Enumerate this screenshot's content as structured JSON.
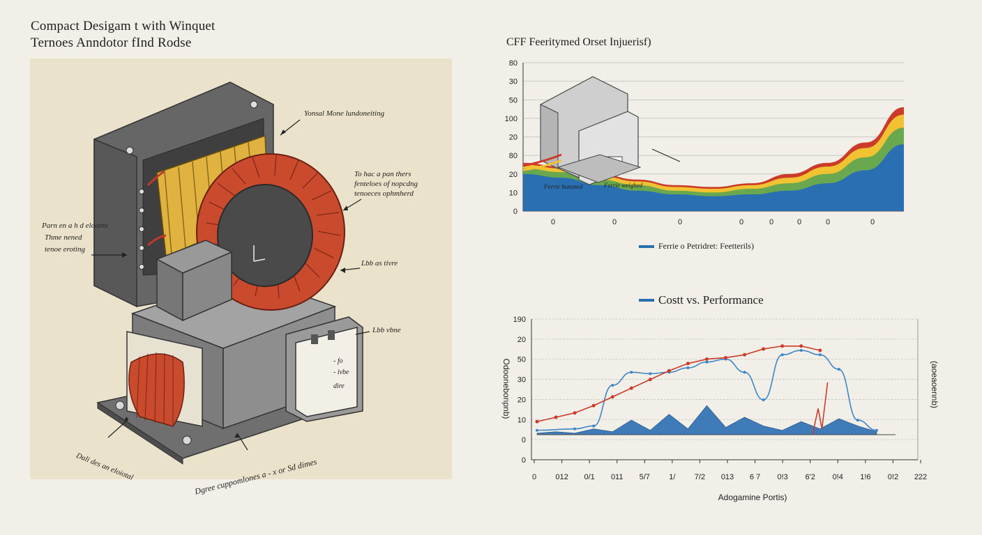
{
  "title": {
    "line1": "Compact Desigam t with Winquet",
    "line2": "Ternoes Anndotor fInd Rodse"
  },
  "illustration": {
    "callouts": {
      "top": "Yonsal Mone lundoneiting",
      "right": [
        "To hac a pan thers",
        "fenteloes of nopcdng",
        "tenoeces ophmherd"
      ],
      "left": [
        "Parn en a h d eloores",
        "Thme nened",
        "tenoe eroting"
      ],
      "mid_right": "Lbb as tivre",
      "lower_right": "Lbb vbne",
      "bottom_left": "Dali des an eloiotal",
      "bottom": "Dgree cuppomlones a - x or Sd dimes",
      "box_text": [
        "- fo",
        "- ivbe",
        "dire"
      ]
    }
  },
  "chart_top": {
    "title": "CFF Feeritymed Orset Injuerisf)",
    "legend": "Ferrie o Petridret: Feetterils)",
    "inset_labels": [
      "Ferrie hunsned",
      "Ferrie weighed"
    ],
    "y_ticks": [
      "80",
      "30",
      "50",
      "100",
      "20",
      "80",
      "20",
      "10",
      "0"
    ],
    "x_ticks": [
      "0",
      "0",
      "0",
      "0",
      "0",
      "0",
      "0",
      "0"
    ]
  },
  "chart_bottom": {
    "title": "Costt vs. Performance",
    "y_ticks": [
      "190",
      "20",
      "50",
      "30",
      "20",
      "10",
      "0",
      "0"
    ],
    "x_ticks": [
      "0",
      "012",
      "0/1",
      "011",
      "5/7",
      "1/",
      "7/2",
      "013",
      "6 7",
      "0!3",
      "6'2",
      "0!4",
      "1!6",
      "0!2",
      "222"
    ],
    "xlabel": "Adogamine Portis)",
    "ylabel_left": "Odoonebonpnb)",
    "ylabel_right": "(aoeaoennb)"
  },
  "colors": {
    "blue": "#2b6fb3",
    "green": "#6aa84f",
    "yellow": "#f1c232",
    "orange": "#e69138",
    "red": "#cc3b2a",
    "coil": "#c94a2c",
    "core": "#707070"
  },
  "chart_data": [
    {
      "type": "area",
      "title": "CFF Feeritymed Orset Injuerisf)",
      "ylim": [
        0,
        80
      ],
      "grid": true,
      "legend_position": "bottom",
      "x": [
        0,
        1,
        2,
        3,
        4,
        5,
        6,
        7,
        8,
        9,
        10
      ],
      "series": [
        {
          "name": "Ferrie o Petridret: Feetterils)",
          "values": [
            20,
            18,
            14,
            11,
            9,
            8,
            9,
            11,
            15,
            22,
            36
          ]
        },
        {
          "values": [
            3,
            3,
            3,
            3,
            2,
            2,
            3,
            4,
            5,
            7,
            9
          ]
        },
        {
          "values": [
            2,
            2,
            2,
            2,
            2,
            2,
            2,
            3,
            4,
            5,
            7
          ]
        },
        {
          "values": [
            1,
            1,
            1,
            1,
            1,
            1,
            1,
            2,
            2,
            3,
            4
          ]
        }
      ]
    },
    {
      "type": "line",
      "title": "Costt vs. Performance",
      "xlabel": "Adogamine Portis)",
      "ylim": [
        0,
        70
      ],
      "grid": true,
      "series": [
        {
          "values": [
            [
              0,
              9
            ],
            [
              1,
              12
            ],
            [
              2,
              15
            ],
            [
              3,
              20
            ],
            [
              4,
              26
            ],
            [
              5,
              32
            ],
            [
              6,
              38
            ],
            [
              7,
              44
            ],
            [
              8,
              49
            ],
            [
              9,
              52
            ],
            [
              10,
              53
            ],
            [
              11,
              55
            ],
            [
              12,
              59
            ],
            [
              13,
              61
            ],
            [
              14,
              61
            ],
            [
              15,
              58
            ]
          ]
        },
        {
          "values": [
            [
              0,
              3
            ],
            [
              2,
              4
            ],
            [
              3,
              6
            ],
            [
              4,
              34
            ],
            [
              5,
              43
            ],
            [
              6,
              42
            ],
            [
              7,
              43
            ],
            [
              8,
              46
            ],
            [
              9,
              50
            ],
            [
              10,
              52
            ],
            [
              11,
              43
            ],
            [
              12,
              24
            ],
            [
              13,
              55
            ],
            [
              14,
              58
            ],
            [
              15,
              55
            ],
            [
              16,
              45
            ],
            [
              17,
              10
            ],
            [
              18,
              3
            ]
          ]
        },
        {
          "values": [
            [
              0,
              1
            ],
            [
              1,
              2
            ],
            [
              2,
              1
            ],
            [
              3,
              4
            ],
            [
              4,
              2
            ],
            [
              5,
              10
            ],
            [
              6,
              3
            ],
            [
              7,
              14
            ],
            [
              8,
              4
            ],
            [
              9,
              20
            ],
            [
              10,
              5
            ],
            [
              11,
              12
            ],
            [
              12,
              6
            ],
            [
              13,
              3
            ],
            [
              14,
              9
            ],
            [
              15,
              4
            ],
            [
              16,
              11
            ],
            [
              17,
              6
            ],
            [
              18,
              2
            ]
          ]
        }
      ]
    }
  ]
}
